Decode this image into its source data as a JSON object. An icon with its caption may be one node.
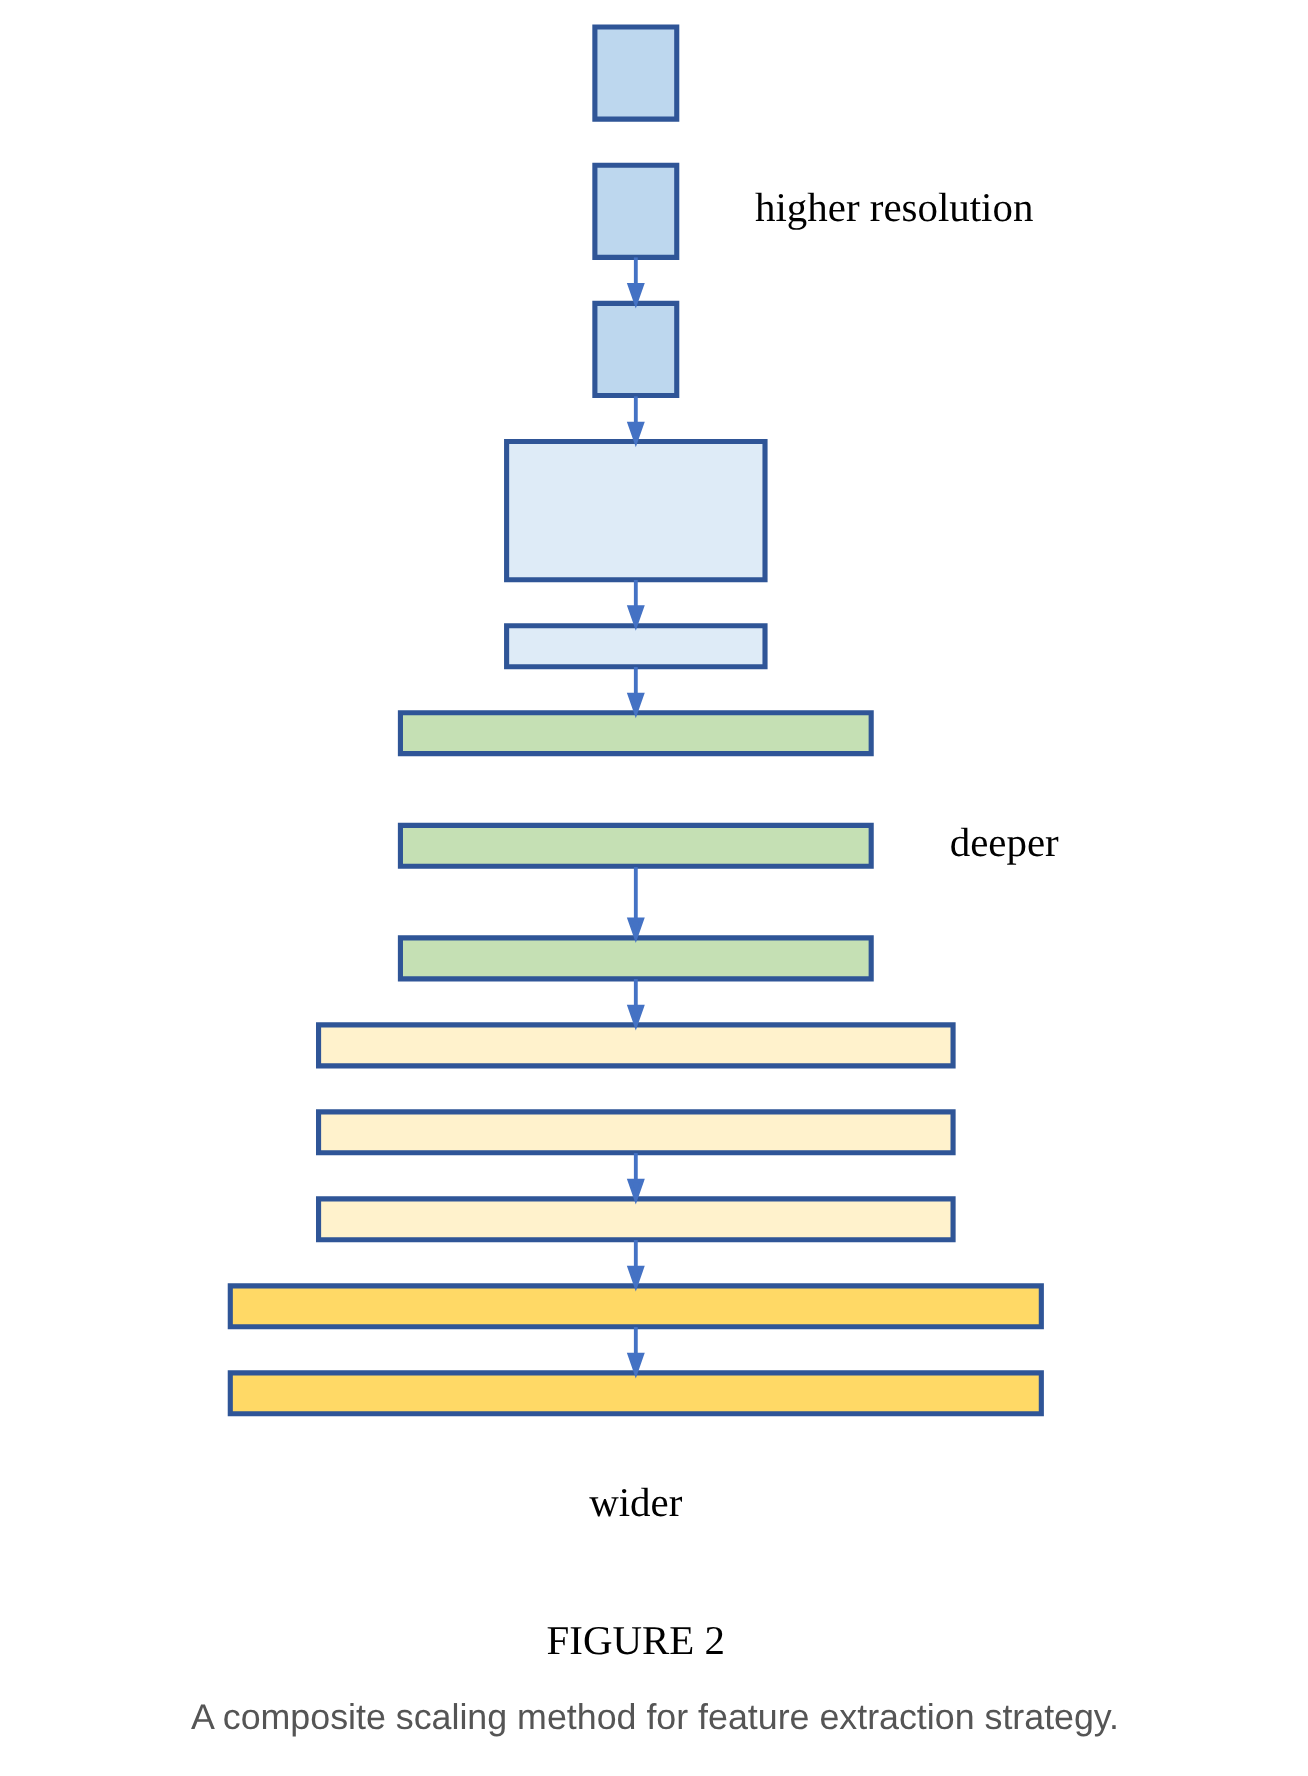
{
  "diagram": {
    "caption": "A composite scaling method for feature extraction strategy.",
    "nodes": [
      {
        "text": [],
        "shape": "box"
      },
      {
        "text": [],
        "shape": "box"
      },
      {
        "text": [],
        "shape": "box"
      },
      {
        "text": [],
        "shape": "box"
      },
      {
        "text": [],
        "shape": "box"
      },
      {
        "text": [],
        "shape": "box"
      },
      {
        "text": [],
        "shape": "box"
      },
      {
        "text": [],
        "shape": "box"
      },
      {
        "text": [],
        "shape": "box"
      },
      {
        "text": [],
        "shape": "box"
      },
      {
        "text": [],
        "shape": "box"
      },
      {
        "text": [],
        "shape": "box"
      },
      {
        "text": [],
        "shape": "box"
      }
    ],
    "edges": [
      {
        "from": 1,
        "to": 2,
        "arrow": "to"
      },
      {
        "from": 2,
        "to": 3,
        "arrow": "to"
      },
      {
        "from": 3,
        "to": 4,
        "arrow": "to"
      },
      {
        "from": 4,
        "to": 5,
        "arrow": "to"
      },
      {
        "from": 6,
        "to": 7,
        "arrow": "to"
      },
      {
        "from": 7,
        "to": 8,
        "arrow": "to"
      },
      {
        "from": 9,
        "to": 10,
        "arrow": "to"
      },
      {
        "from": 10,
        "to": 11,
        "arrow": "to"
      },
      {
        "from": 11,
        "to": 12,
        "arrow": "to"
      }
    ],
    "labels": [
      "higher resolution",
      "deeper",
      "wider",
      "FIGURE 2"
    ]
  }
}
